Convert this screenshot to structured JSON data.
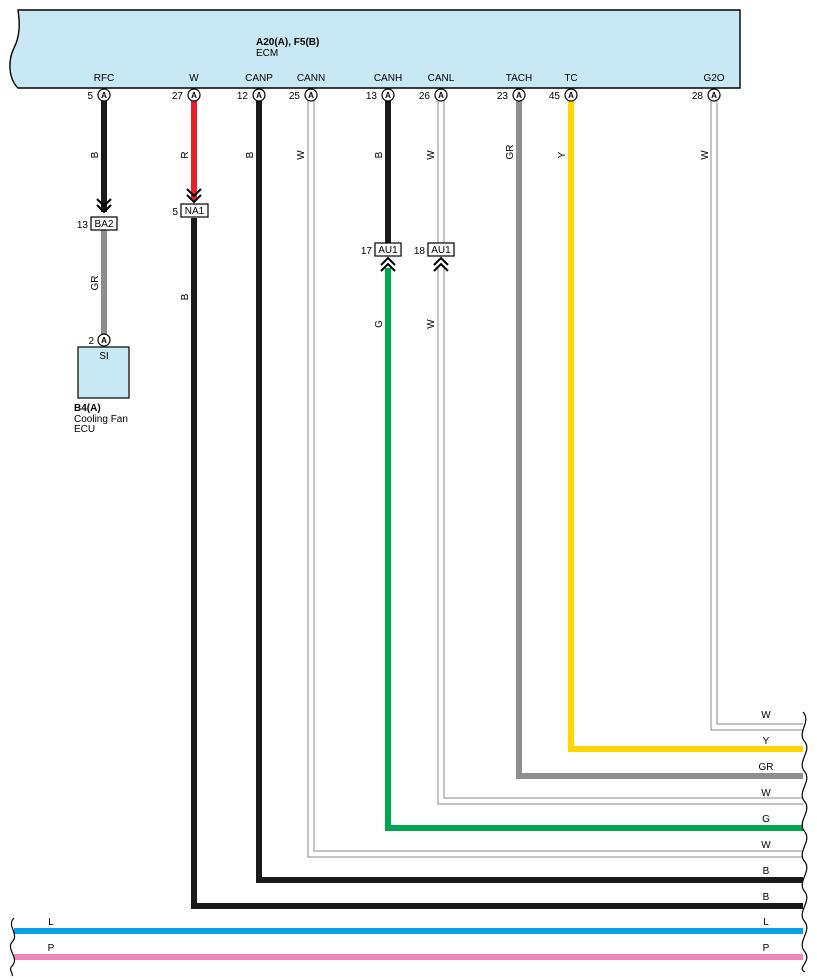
{
  "ecm": {
    "title": "A20(A), F5(B)",
    "subtitle": "ECM",
    "fill": "#c9e8f5"
  },
  "pins": [
    {
      "name": "RFC",
      "num": "5",
      "conn": "A",
      "color_label": "B"
    },
    {
      "name": "W",
      "num": "27",
      "conn": "A",
      "color_label": "R"
    },
    {
      "name": "CANP",
      "num": "12",
      "conn": "A",
      "color_label": "B"
    },
    {
      "name": "CANN",
      "num": "25",
      "conn": "A",
      "color_label": "W"
    },
    {
      "name": "CANH",
      "num": "13",
      "conn": "A",
      "color_label": "B"
    },
    {
      "name": "CANL",
      "num": "26",
      "conn": "A",
      "color_label": "W"
    },
    {
      "name": "TACH",
      "num": "23",
      "conn": "A",
      "color_label": "GR"
    },
    {
      "name": "TC",
      "num": "45",
      "conn": "A",
      "color_label": "Y"
    },
    {
      "name": "G2O",
      "num": "28",
      "conn": "A",
      "color_label": "W"
    }
  ],
  "junctions": {
    "ba2": {
      "num": "13",
      "name": "BA2"
    },
    "na1": {
      "num": "5",
      "name": "NA1"
    },
    "au1_a": {
      "num": "17",
      "name": "AU1"
    },
    "au1_b": {
      "num": "18",
      "name": "AU1"
    }
  },
  "wire_labels": {
    "rfc_lower": "GR",
    "w_lower": "B",
    "canh_lower": "G",
    "canl_lower": "W"
  },
  "fan_ecu": {
    "pin_num": "2",
    "pin_conn": "A",
    "pin_name": "SI",
    "code": "B4(A)",
    "name_line1": "Cooling Fan",
    "name_line2": "ECU"
  },
  "right_labels": [
    "W",
    "Y",
    "GR",
    "W",
    "G",
    "W",
    "B",
    "B",
    "L",
    "L",
    "P",
    "P"
  ],
  "colors": {
    "black": "#1a1a1a",
    "red": "#e8202a",
    "gray": "#8e8e8e",
    "yellow": "#ffd700",
    "green": "#00a650",
    "blue": "#00a4e4",
    "pink": "#f085b8",
    "white_wire": "#9a9a9a"
  }
}
